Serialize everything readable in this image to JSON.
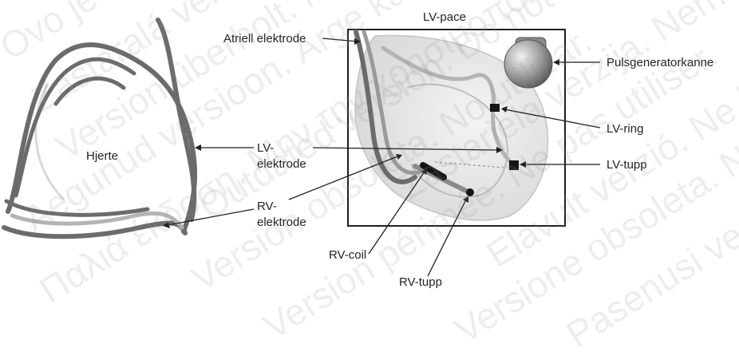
{
  "labels": {
    "lv_pace": "LV-pace",
    "atriell_elektrode": "Atriell elektrode",
    "pulsgenerator": "Pulsgeneratorkanne",
    "lv_ring": "LV-ring",
    "lv_tupp": "LV-tupp",
    "hjerte": "Hjerte",
    "lv_elektrode_1": "LV-",
    "lv_elektrode_2": "elektrode",
    "rv_elektrode_1": "RV-",
    "rv_elektrode_2": "elektrode",
    "rv_coil": "RV-coil",
    "rv_tupp": "RV-tupp"
  },
  "watermarks": [
    "Ovo je zastarjela verzija.",
    "Zastaralá verze. Nepoužívat.",
    "Version überholt. Nicht verwenden.",
    "Aegunud versioon. Ärge kasutage.",
    "Παλιά έκδοση. Μην την χρησιμοποιείτε.",
    "Outdated version. Do not use.",
    "Versión obsoleta. No utilizar.",
    "Version périmée. Ne pas utiliser.",
    "Zastarjela verzija. Nemojte upotrebljavati.",
    "Elavult verzió. Ne használja!",
    "Versione obsoleta. Non utilizzare.",
    "Pasenusi versija. Nenaudokite."
  ],
  "colors": {
    "lead_dark": "#6b6b6b",
    "lead_light": "#b4b4b4",
    "outline": "#1f1f1f",
    "tissue": "#e2e2e2",
    "electrode": "#151515"
  }
}
